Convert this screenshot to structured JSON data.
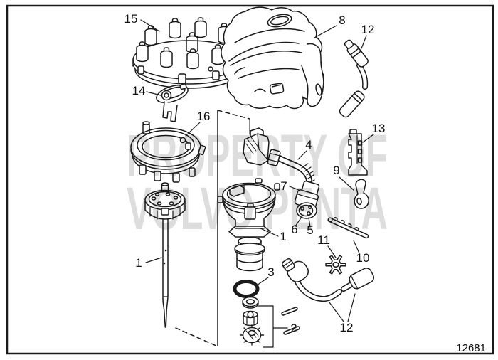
{
  "figure": {
    "type": "exploded-parts-diagram",
    "drawing_number": "12681",
    "watermark": {
      "line1": "PROPERTY OF",
      "line2": "VOLVO PENTA"
    },
    "colors": {
      "line": "#1a1a1a",
      "watermark": "#dcdcdc",
      "background": "#ffffff"
    }
  },
  "callouts": [
    {
      "part": "distributor-cap",
      "text": "15"
    },
    {
      "part": "cover-shield",
      "text": "8"
    },
    {
      "part": "spark-plug-wire-top",
      "text": "12"
    },
    {
      "part": "rotor",
      "text": "14"
    },
    {
      "part": "clamp-ring",
      "text": "16"
    },
    {
      "part": "bracket",
      "text": "13"
    },
    {
      "part": "module-harness",
      "text": "4"
    },
    {
      "part": "lock-tab",
      "text": "9"
    },
    {
      "part": "connector-boot",
      "text": "7"
    },
    {
      "part": "connector-seal",
      "text": "6"
    },
    {
      "part": "connector-plug",
      "text": "5"
    },
    {
      "part": "distributor-body",
      "text": "1"
    },
    {
      "part": "star-washer",
      "text": "11"
    },
    {
      "part": "retainer-strip",
      "text": "10"
    },
    {
      "part": "distributor-shaft",
      "text": "1"
    },
    {
      "part": "o-ring",
      "text": "3"
    },
    {
      "part": "repair-kit",
      "text": "2"
    },
    {
      "part": "spark-plug-wire-bottom",
      "text": "12"
    }
  ]
}
